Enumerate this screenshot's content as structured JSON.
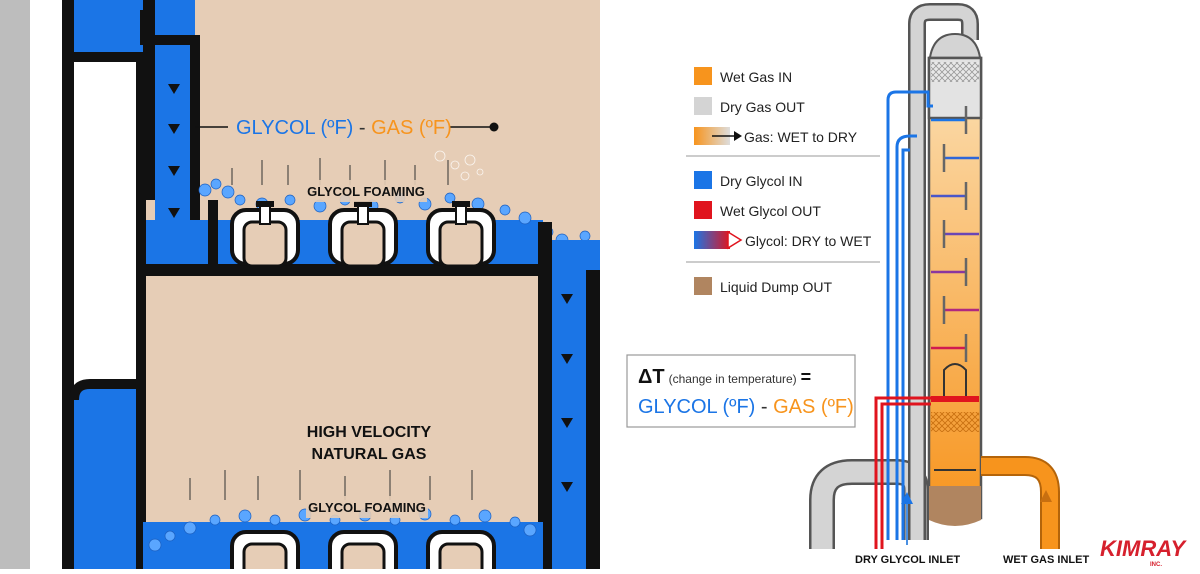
{
  "colors": {
    "wet_gas": "#f7941d",
    "dry_gas": "#d4d4d4",
    "dry_glycol": "#1b75e6",
    "wet_glycol": "#e0141e",
    "liquid_dump": "#b08560",
    "tank_bg": "#e6cdb6",
    "outline": "#111111",
    "brand_red": "#d6202d"
  },
  "callout": {
    "glycol": "GLYCOL (ºF)",
    "dash": " - ",
    "gas": "GAS (ºF)"
  },
  "tank": {
    "foam_upper": "GLYCOL FOAMING",
    "foam_lower": "GLYCOL FOAMING",
    "velocity_line1": "HIGH VELOCITY",
    "velocity_line2": "NATURAL GAS"
  },
  "legend": {
    "items": [
      {
        "label": "Wet Gas IN",
        "swatch": "wet_gas"
      },
      {
        "label": "Dry Gas OUT",
        "swatch": "dry_gas"
      },
      {
        "label": "Gas: WET to DRY",
        "swatch": "gas_arrow"
      },
      {
        "label": "Dry Glycol IN",
        "swatch": "dry_glycol"
      },
      {
        "label": "Wet Glycol OUT",
        "swatch": "wet_glycol"
      },
      {
        "label": "Glycol: DRY to WET",
        "swatch": "glycol_arrow"
      },
      {
        "label": "Liquid Dump OUT",
        "swatch": "liquid_dump"
      }
    ]
  },
  "formula": {
    "delta": "ΔT",
    "note": "(change in temperature)",
    "equals": "=",
    "glycol": "GLYCOL (ºF)",
    "dash": " - ",
    "gas": "GAS (ºF)"
  },
  "inlets": {
    "dry_glycol": "DRY GLYCOL INLET",
    "wet_gas": "WET GAS INLET"
  },
  "brand": {
    "name": "KIMRAY",
    "sub": "INC."
  }
}
